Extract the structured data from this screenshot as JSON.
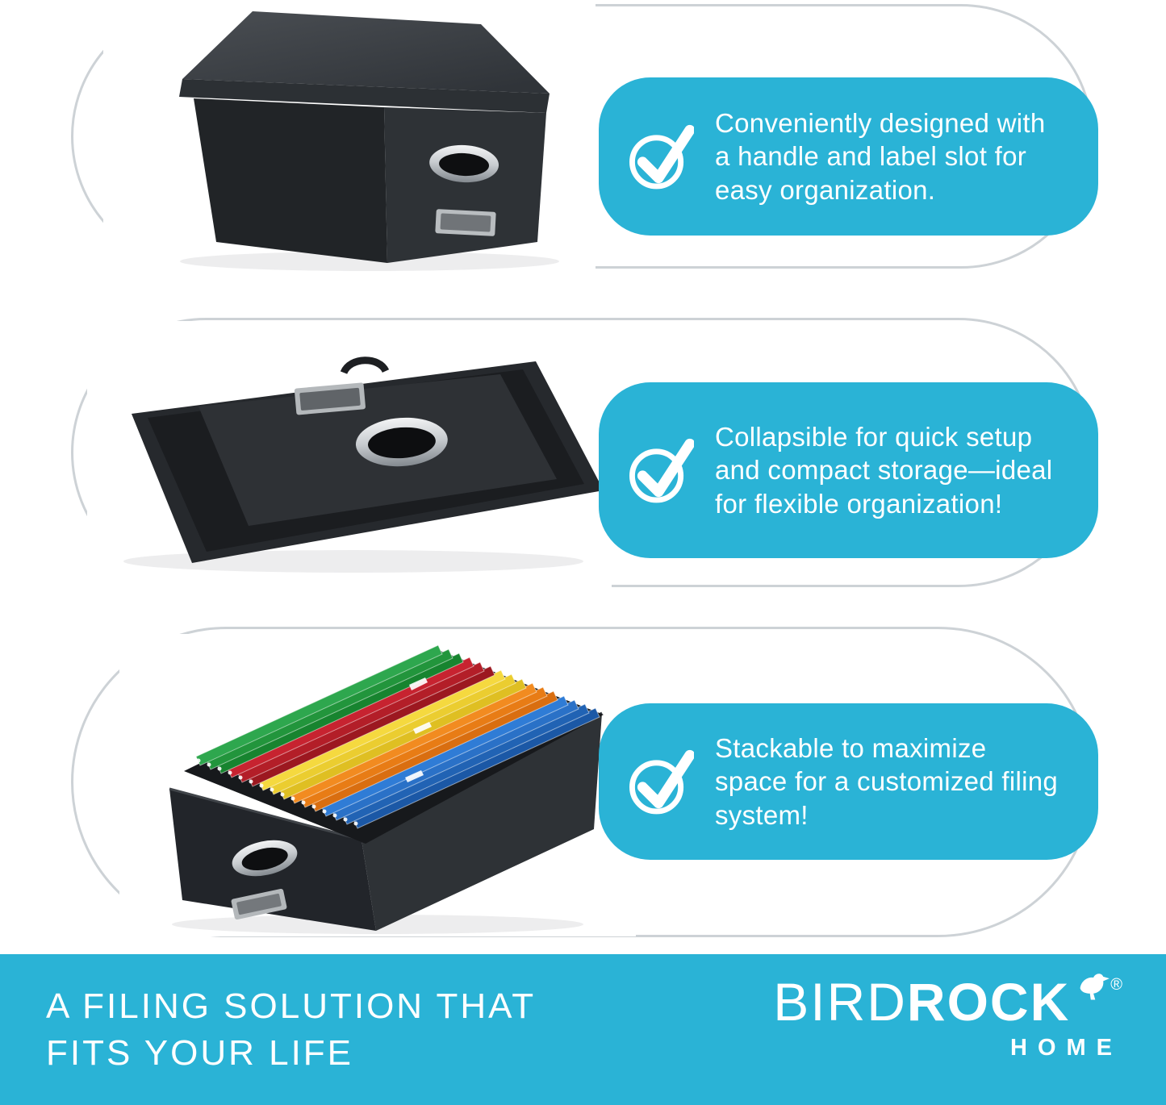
{
  "theme": {
    "accent": "#2ab3d6",
    "border": "#cdd2d6"
  },
  "sections": [
    {
      "callout": "Conveniently designed with a handle and label slot for easy organization."
    },
    {
      "callout": "Collapsible for quick setup and compact storage—ideal for flexible organization!"
    },
    {
      "callout": "Stackable to maximize space for a customized filing system!"
    }
  ],
  "footer": {
    "tagline_line1": "A FILING SOLUTION THAT",
    "tagline_line2": "FITS YOUR LIFE",
    "brand_part1": "BIRD",
    "brand_part2": "ROCK",
    "registered": "®",
    "brand_sub": "HOME"
  }
}
